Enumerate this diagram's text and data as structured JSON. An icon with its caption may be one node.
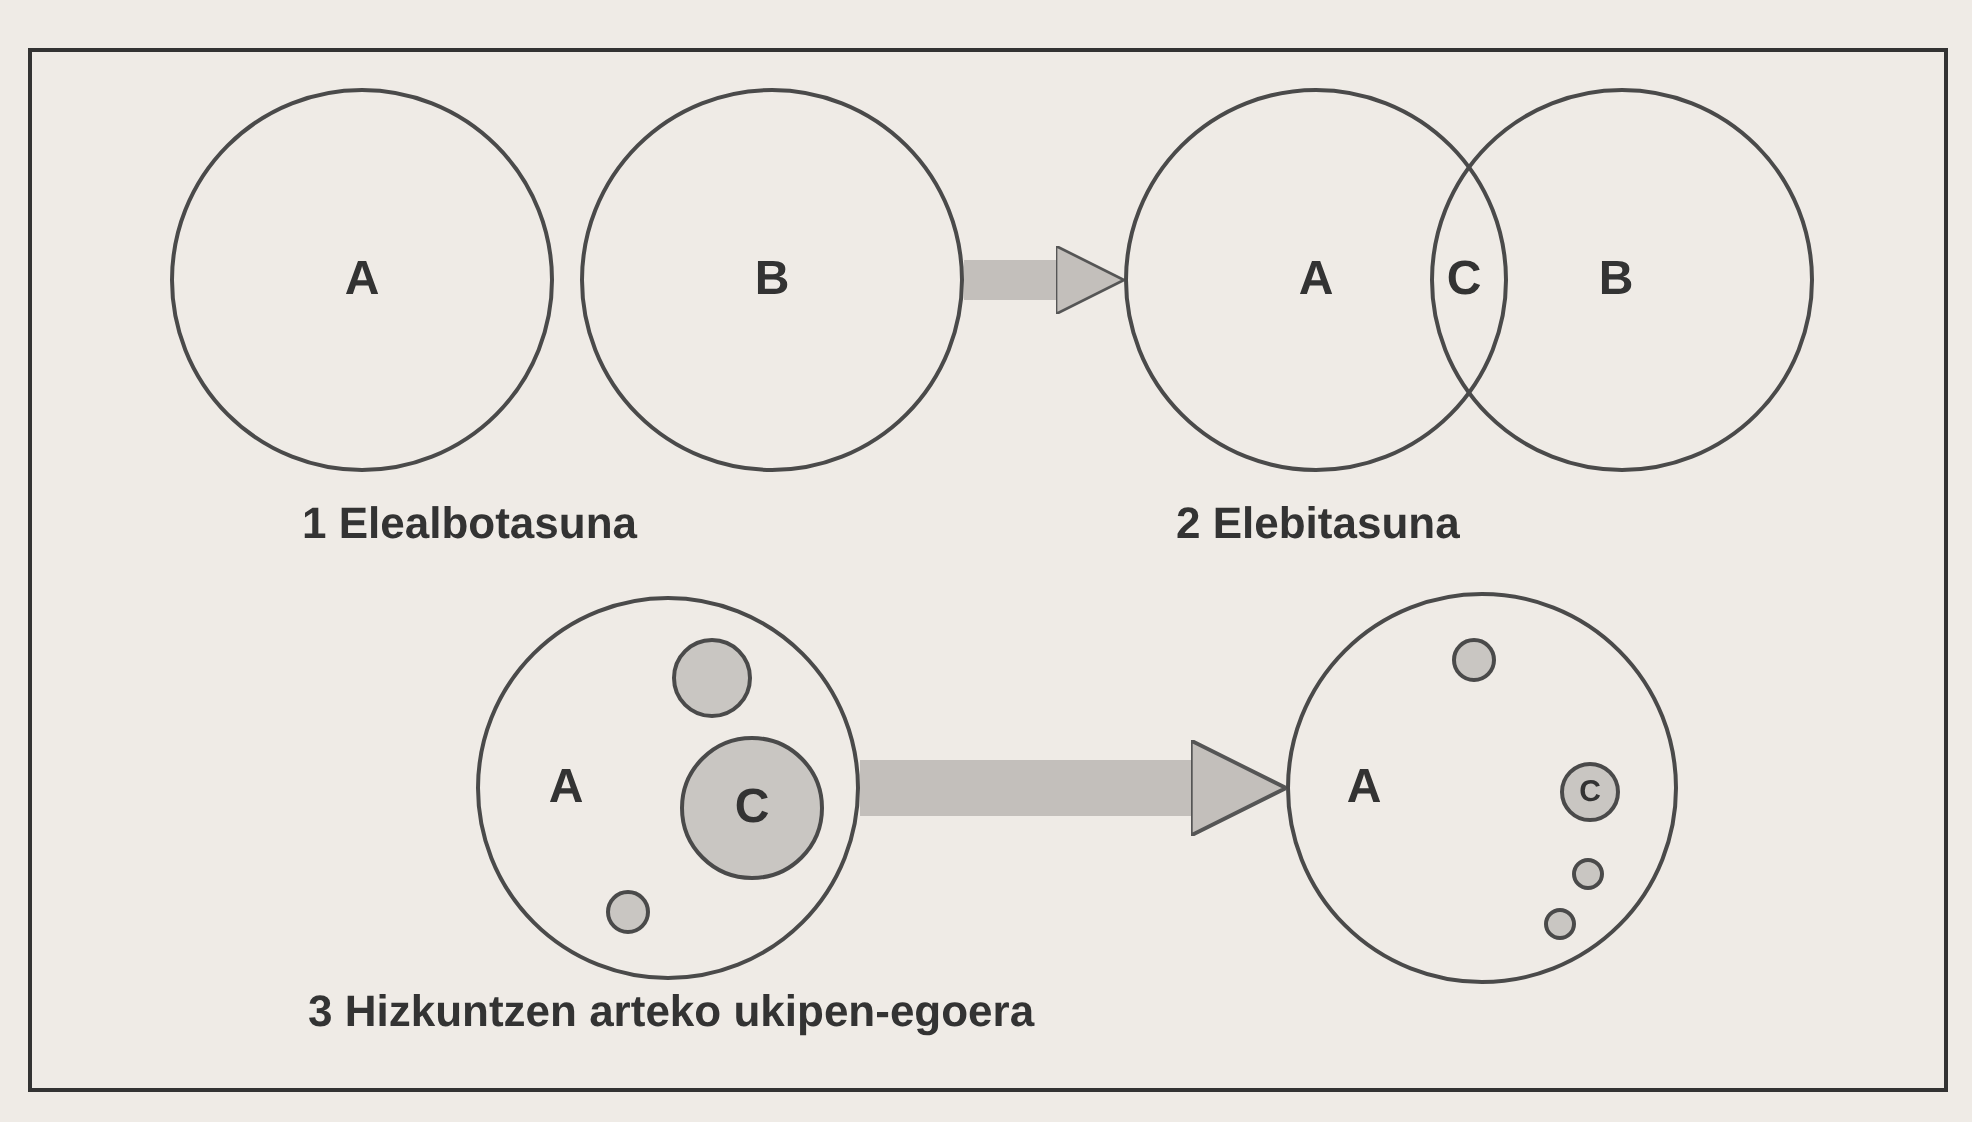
{
  "diagram": {
    "nodes": [
      {
        "text": [
          "A"
        ]
      },
      {
        "text": [
          "B"
        ]
      },
      {
        "text": [
          "A"
        ]
      },
      {
        "text": [
          "B"
        ]
      },
      {
        "text": [
          "A"
        ]
      },
      {
        "text": [],
        "shape": "circle",
        "in": 4
      },
      {
        "text": [
          "C"
        ],
        "in": 4
      },
      {
        "text": [],
        "shape": "circle",
        "in": 4
      },
      {
        "text": [
          "A"
        ]
      },
      {
        "text": [],
        "shape": "circle",
        "in": 8
      },
      {
        "text": [
          "C"
        ],
        "in": 8
      },
      {
        "text": [],
        "shape": "circle",
        "in": 8
      },
      {
        "text": [],
        "shape": "circle",
        "in": 8
      }
    ],
    "edges": [
      {
        "from": 1,
        "to": 2,
        "arrow": "to"
      },
      {
        "from": 4,
        "to": 8,
        "arrow": "to"
      }
    ],
    "labels": [
      "C",
      "1 Elealbotasuna",
      "2 Elebitasuna",
      "3 Hizkuntzen arteko ukipen-egoera"
    ]
  }
}
